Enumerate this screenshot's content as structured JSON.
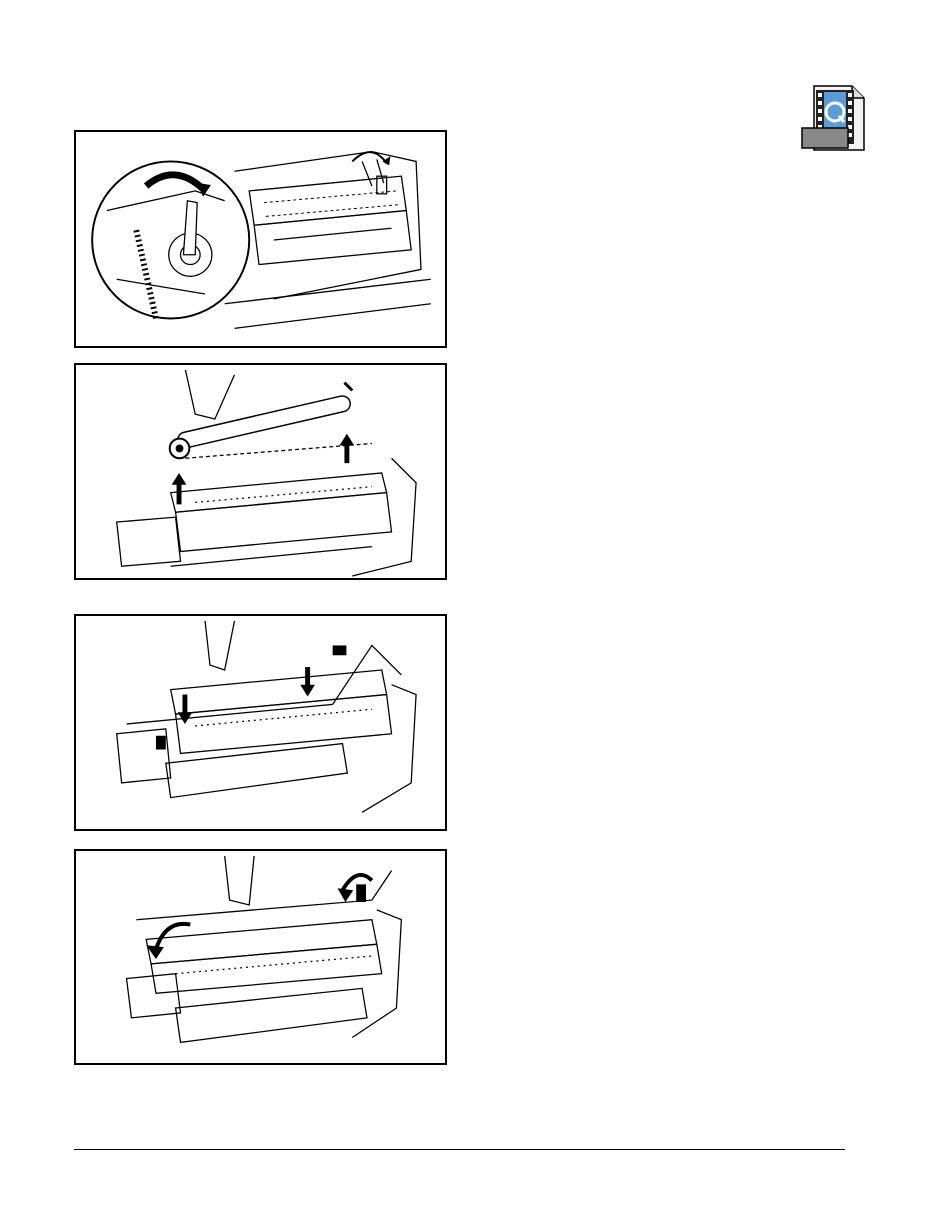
{
  "page": {
    "media_icon": "quicktime-movie-file-icon",
    "figures": [
      {
        "id": "fig1",
        "icon": "printer-release-latch-illustration"
      },
      {
        "id": "fig2",
        "icon": "printer-remove-platen-illustration"
      },
      {
        "id": "fig3",
        "icon": "printer-insert-platen-illustration"
      },
      {
        "id": "fig4",
        "icon": "printer-lock-latch-illustration"
      }
    ],
    "colors": {
      "line": "#000000",
      "accent": "#1a5fa8"
    }
  }
}
